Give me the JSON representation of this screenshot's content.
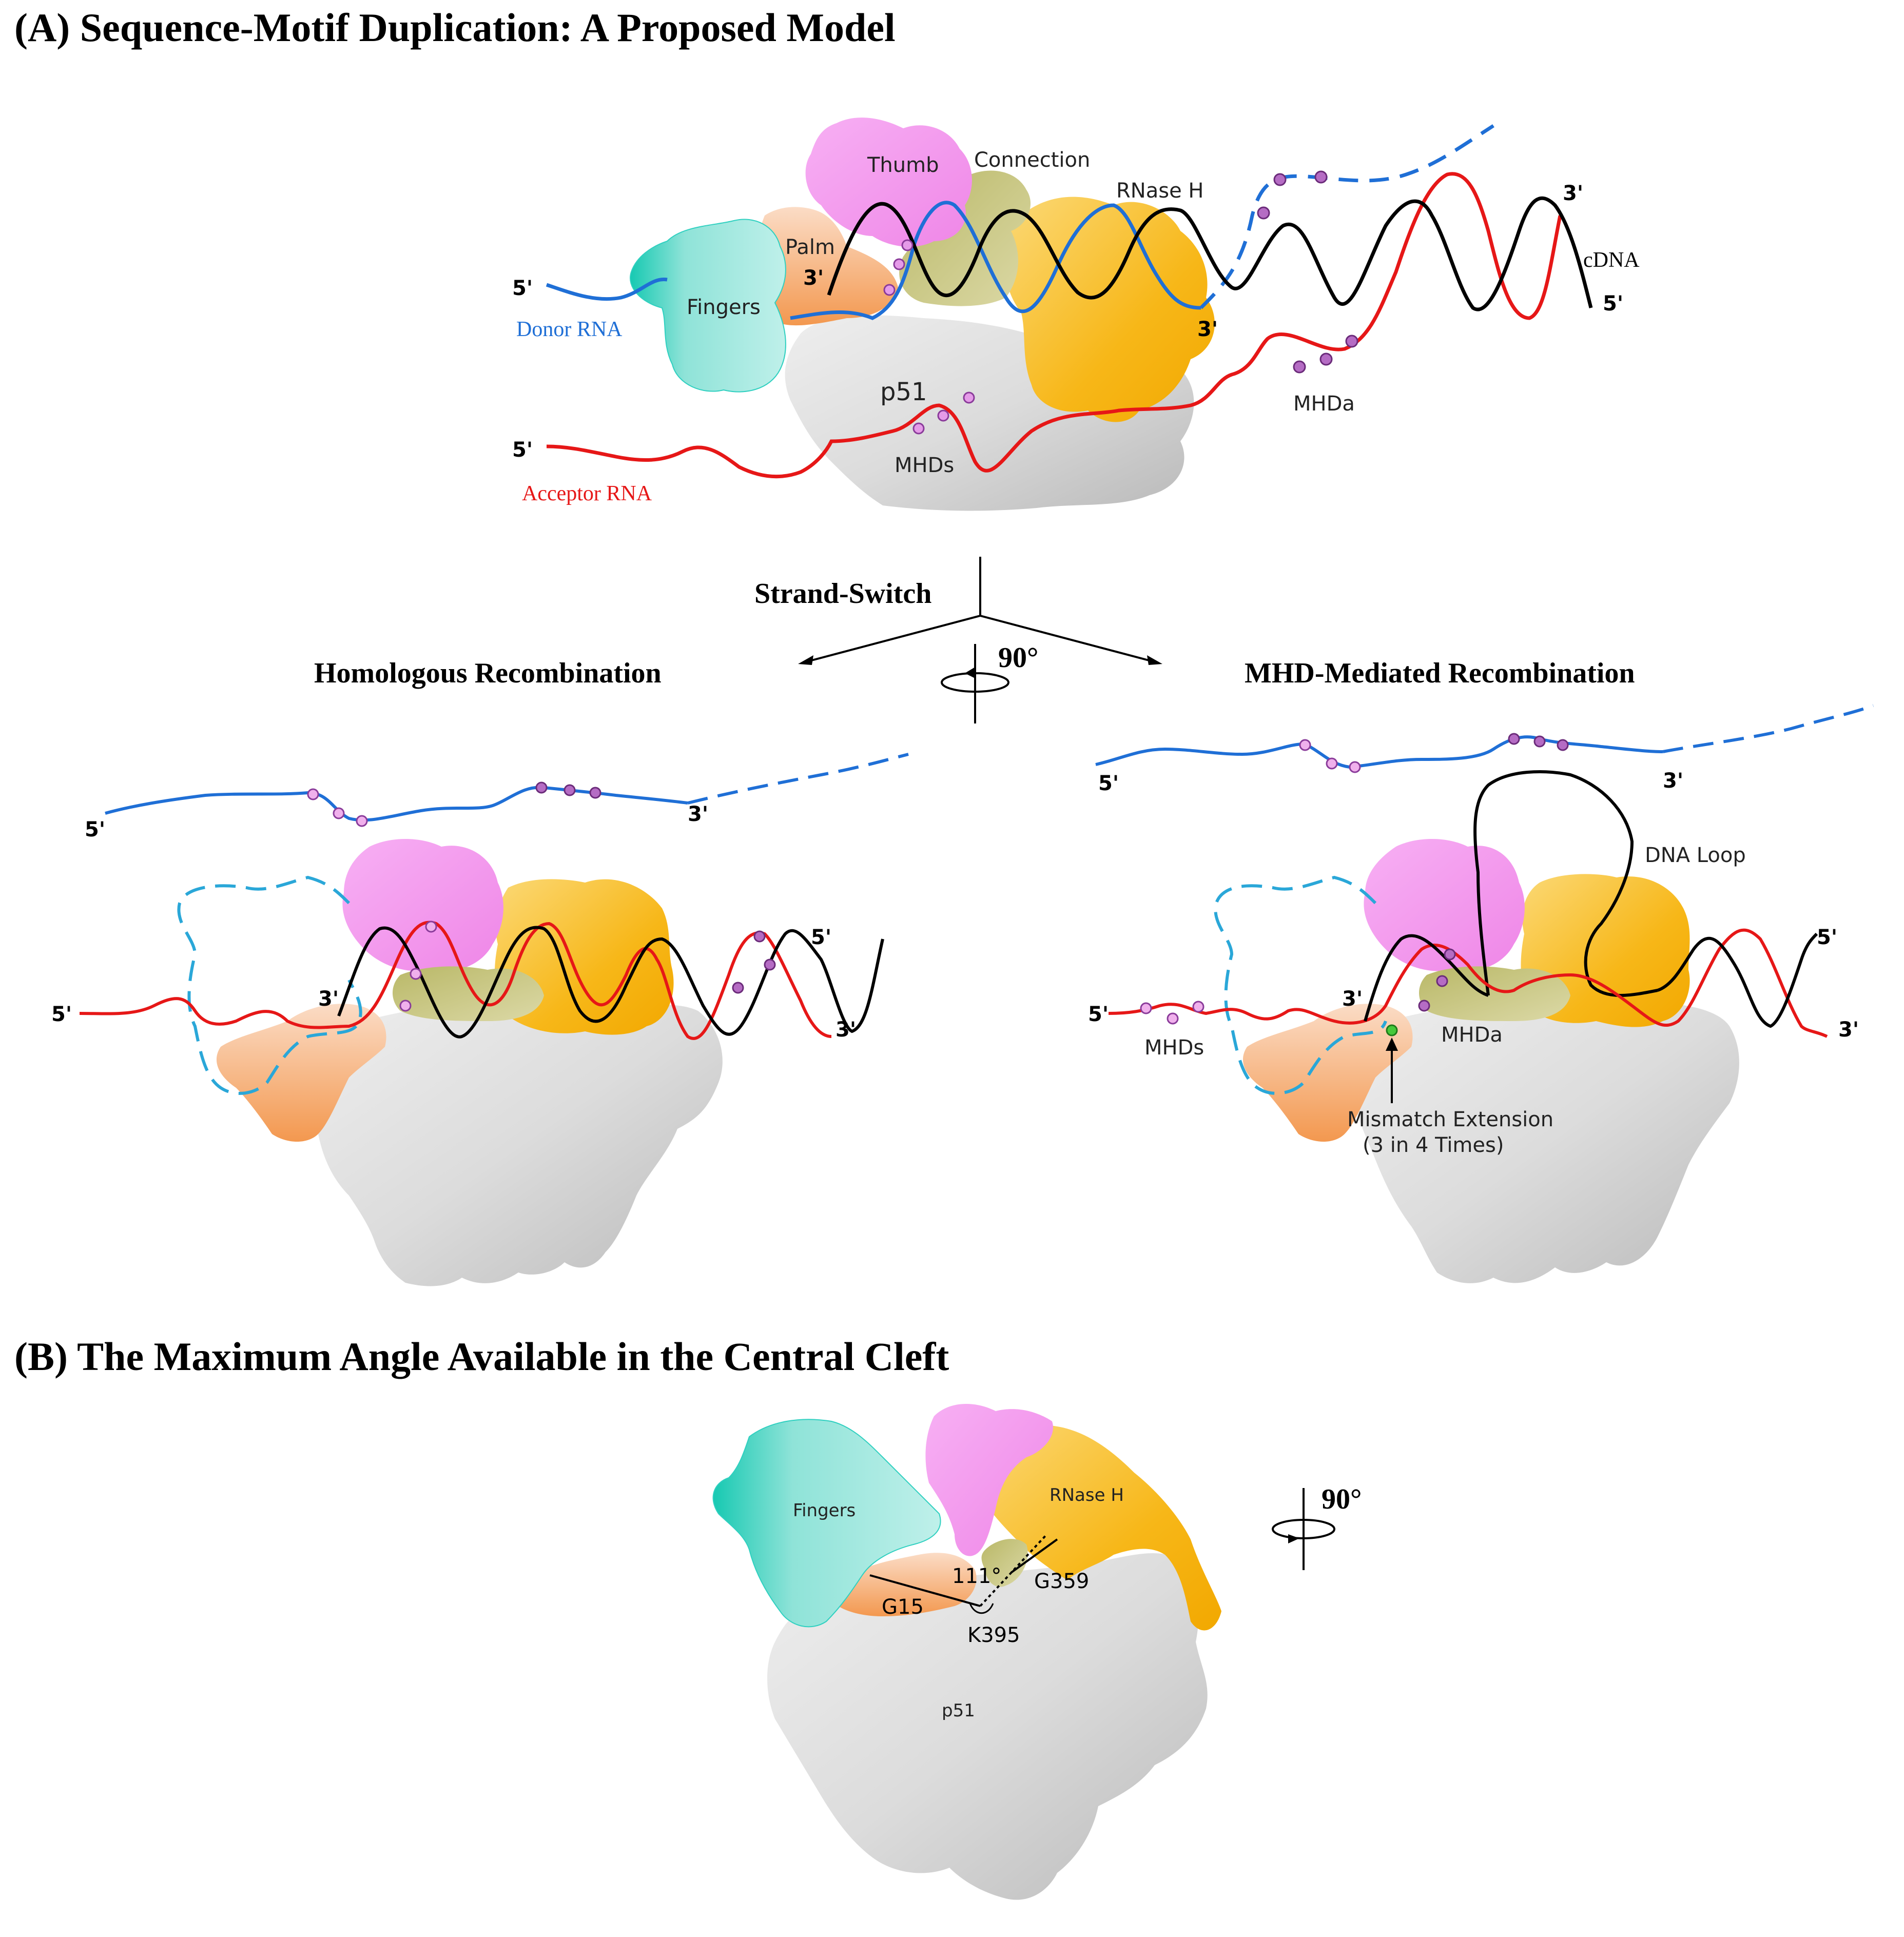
{
  "panelA": {
    "title": "(A)  Sequence-Motif Duplication: A Proposed Model",
    "top": {
      "domains": {
        "thumb": "Thumb",
        "connection": "Connection",
        "rnaseh": "RNase H",
        "palm": "Palm",
        "fingers": "Fingers",
        "p51": "p51"
      },
      "strands": {
        "donor": "Donor RNA",
        "acceptor": "Acceptor RNA",
        "cdna": "cDNA"
      },
      "motifs": {
        "mhds": "MHDs",
        "mhda": "MHDa"
      },
      "ends": {
        "donor_5": "5'",
        "acceptor_5": "5'",
        "cdna_3_right": "3'",
        "cdna_5_right": "5'",
        "palm_3": "3'",
        "rnaseh_3": "3'"
      }
    },
    "strand_switch": "Strand-Switch",
    "rotation": "90°",
    "left": {
      "title": "Homologous Recombination",
      "ends": {
        "donor_5": "5'",
        "donor_3": "3'",
        "acceptor_5": "5'",
        "primer_3": "3'",
        "right_5": "5'",
        "right_3": "3'"
      }
    },
    "right": {
      "title": "MHD-Mediated Recombination",
      "dna_loop": "DNA Loop",
      "mhds": "MHDs",
      "mhda": "MHDa",
      "mismatch_line1": "Mismatch Extension",
      "mismatch_line2": "(3 in 4 Times)",
      "ends": {
        "donor_5": "5'",
        "donor_3": "3'",
        "acceptor_5": "5'",
        "primer_3": "3'",
        "right_5": "5'",
        "right_3": "3'"
      }
    }
  },
  "panelB": {
    "title": "(B)  The Maximum Angle Available in the Central Cleft",
    "fingers": "Fingers",
    "rnaseh": "RNase H",
    "p51": "p51",
    "angle": "111°",
    "g15": "G15",
    "g359": "G359",
    "k395": "K395",
    "rotation": "90°"
  },
  "colors": {
    "donor": "#1f6fd6",
    "acceptor": "#e61717",
    "cdna": "#000000",
    "loop_dashed": "#2aa7d8",
    "thumb": "#f59cf0",
    "fingers": "#7fded2",
    "palm": "#f7c9a8",
    "connection": "#c9c77a",
    "rnaseh": "#f9c23a",
    "p51": "#d7d7d7",
    "motif": "#b56cc4",
    "mismatch": "#46c93a"
  }
}
